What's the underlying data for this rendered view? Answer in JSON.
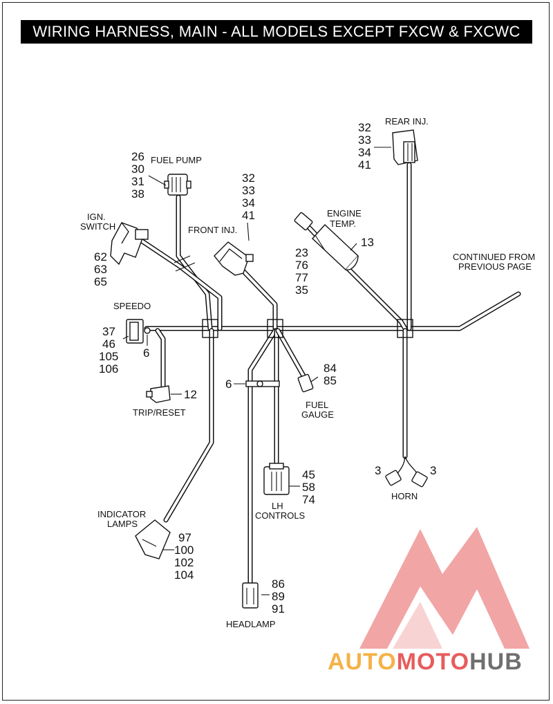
{
  "title": "WIRING HARNESS, MAIN - ALL MODELS EXCEPT FXCW & FXCWC",
  "components": {
    "fuel_pump": {
      "label": "FUEL PUMP",
      "parts": [
        "26",
        "30",
        "31",
        "38"
      ]
    },
    "ign_switch": {
      "label_line1": "IGN.",
      "label_line2": "SWITCH",
      "parts": [
        "62",
        "63",
        "65"
      ]
    },
    "front_inj": {
      "label": "FRONT INJ.",
      "parts": [
        "32",
        "33",
        "34",
        "41"
      ]
    },
    "rear_inj": {
      "label": "REAR INJ.",
      "parts": [
        "32",
        "33",
        "34",
        "41"
      ]
    },
    "engine_temp": {
      "label_line1": "ENGINE",
      "label_line2": "TEMP.",
      "parts_left": [
        "23",
        "76",
        "77",
        "35"
      ],
      "part_right": "13"
    },
    "continued": {
      "label_line1": "CONTINUED FROM",
      "label_line2": "PREVIOUS PAGE"
    },
    "speedo": {
      "label": "SPEEDO",
      "parts": [
        "37",
        "46",
        "105",
        "106"
      ],
      "clip_part": "6"
    },
    "trip_reset": {
      "label": "TRIP/RESET",
      "part": "12"
    },
    "clip_center": {
      "part": "6"
    },
    "fuel_gauge": {
      "label_line1": "FUEL",
      "label_line2": "GAUGE",
      "parts": [
        "84",
        "85"
      ]
    },
    "lh_controls": {
      "label_line1": "LH",
      "label_line2": "CONTROLS",
      "parts": [
        "45",
        "58",
        "74"
      ]
    },
    "horn": {
      "label": "HORN",
      "part_left": "3",
      "part_right": "3"
    },
    "indicator_lamps": {
      "label_line1": "INDICATOR",
      "label_line2": "LAMPS",
      "parts": [
        "97",
        "100",
        "102",
        "104"
      ]
    },
    "headlamp": {
      "label": "HEADLAMP",
      "parts": [
        "86",
        "89",
        "91"
      ]
    }
  },
  "watermark": {
    "part1": "AUTO",
    "part2": "MOTO",
    "part3": "HUB"
  },
  "colors": {
    "title_bg": "#000000",
    "watermark_red": "#e85c5c",
    "watermark_orange": "#f5b247",
    "watermark_gray": "#6f6f6f"
  }
}
